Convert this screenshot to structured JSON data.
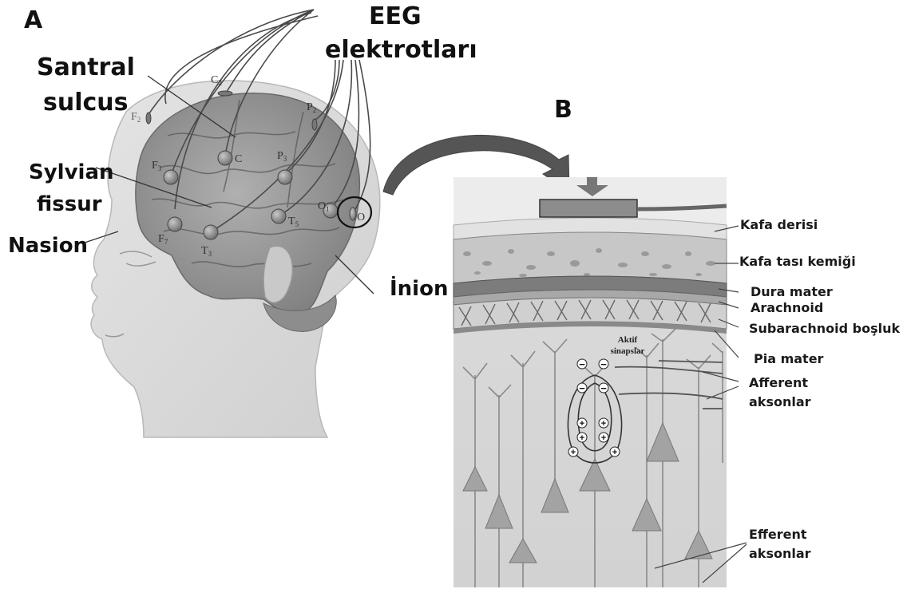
{
  "panels": {
    "a": "A",
    "b": "B"
  },
  "head_labels": {
    "eeg_line1": "EEG",
    "eeg_line2": "elektrotları",
    "santral_line1": "Santral",
    "santral_line2": "sulcus",
    "sylvian_line1": "Sylvian",
    "sylvian_line2": "fissur",
    "nasion": "Nasion",
    "inion": "İnion"
  },
  "electrodes": [
    {
      "base": "F",
      "sub": "3"
    },
    {
      "base": "C",
      "sub": ""
    },
    {
      "base": "P",
      "sub": "3"
    },
    {
      "base": "F",
      "sub": "7"
    },
    {
      "base": "T",
      "sub": "3"
    },
    {
      "base": "T",
      "sub": "5"
    },
    {
      "base": "O",
      "sub": "1"
    },
    {
      "base": "O",
      "sub": ""
    },
    {
      "base": "C",
      "sub": "2"
    },
    {
      "base": "P",
      "sub": "2"
    },
    {
      "base": "F",
      "sub": "2"
    }
  ],
  "layer_labels": {
    "scalp": "Kafa derisi",
    "skull": "Kafa tası kemiği",
    "dura": "Dura mater",
    "arachnoid": "Arachnoid",
    "subarachnoid": "Subarachnoid boşluk",
    "pia": "Pia mater",
    "afferent_line1": "Afferent",
    "afferent_line2": "aksonlar",
    "efferent_line1": "Efferent",
    "efferent_line2": "aksonlar"
  },
  "synapse_label": {
    "line1": "Aktif",
    "line2": "sinapslar"
  },
  "charges": {
    "negative": "−",
    "positive": "+"
  }
}
